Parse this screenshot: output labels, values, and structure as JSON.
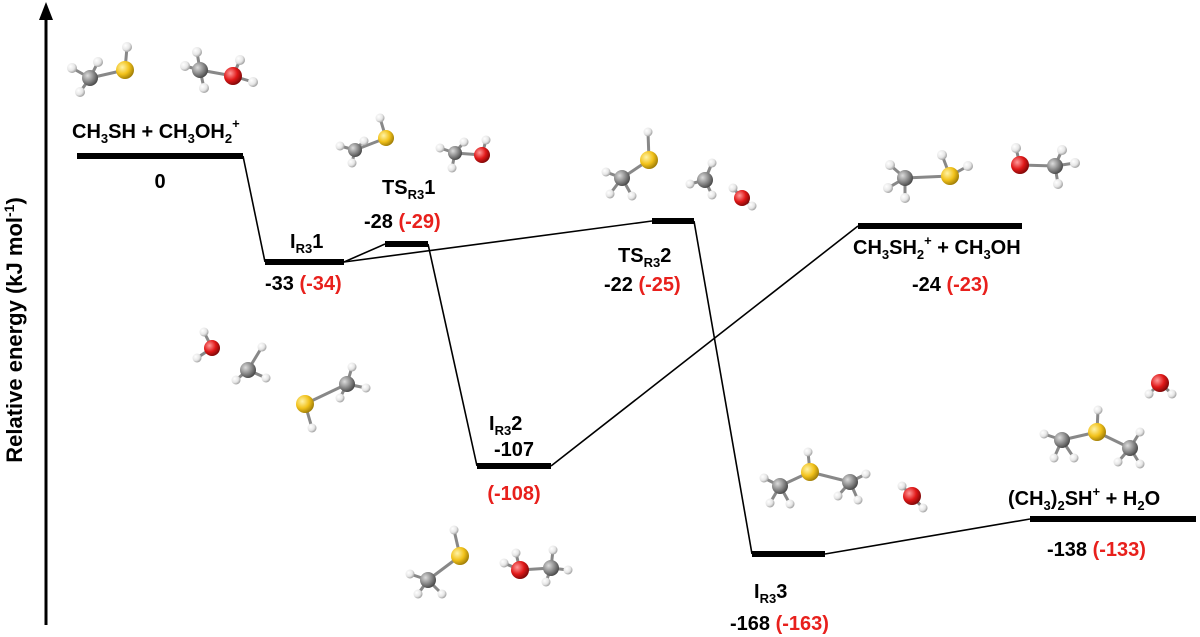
{
  "axis": {
    "ylabel": "Relative energy (kJ mol",
    "ylabel_sup": "-1",
    "ylabel_close": ")"
  },
  "species": {
    "reactants": {
      "label": {
        "t1": "CH",
        "s1": "3",
        "t2": "SH + CH",
        "s2": "3",
        "t3": "OH",
        "s3": "2",
        "sup": "+"
      },
      "value": "0"
    },
    "ir1": {
      "name": "I",
      "sub": "R3",
      "num": "1",
      "value": "-33",
      "value_alt": "(-34)"
    },
    "ts1": {
      "name": "TS",
      "sub": "R3",
      "num": "1",
      "value": "-28",
      "value_alt": "(-29)"
    },
    "ir2": {
      "name": "I",
      "sub": "R3",
      "num": "2",
      "value": "-107",
      "value_alt": "(-108)"
    },
    "ts2": {
      "name": "TS",
      "sub": "R3",
      "num": "2",
      "value": "-22",
      "value_alt": "(-25)"
    },
    "prod1": {
      "label": {
        "t1": "CH",
        "s1": "3",
        "t2": "SH",
        "s2": "2",
        "sup": "+",
        "t3": " + CH",
        "s3": "3",
        "t4": "OH"
      },
      "value": "-24",
      "value_alt": "(-23)"
    },
    "ir3": {
      "name": "I",
      "sub": "R3",
      "num": "3",
      "value": "-168",
      "value_alt": "(-163)"
    },
    "prod2": {
      "label": {
        "t1": "(CH",
        "s1": "3",
        "t2": ")",
        "s2": "2",
        "t3": "SH",
        "sup": "+",
        "t4": " + H",
        "s3": "2",
        "t5": "O"
      },
      "value": "-138",
      "value_alt": "(-133)"
    }
  },
  "colors": {
    "value_alt": "#e8201c",
    "sulfur": "#f2c21b",
    "oxygen": "#e01818",
    "carbon": "#8a8a8a",
    "hydrogen": "#f0f0f0"
  }
}
